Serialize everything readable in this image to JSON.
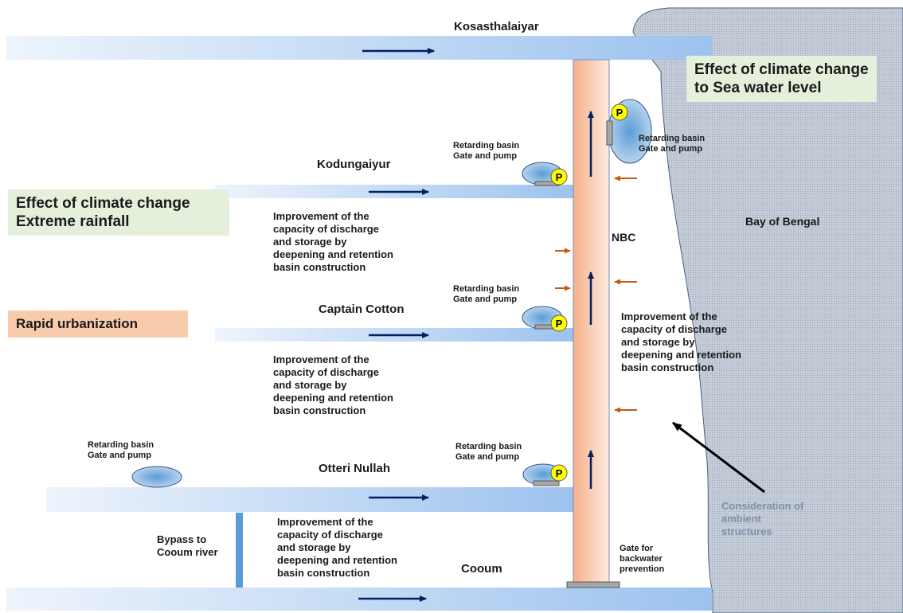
{
  "colors": {
    "channel_light": "#dde9f8",
    "channel_dark": "#9cc2ee",
    "nbc_fill": "#f8cbad",
    "sea_fill": "#b8c2d0",
    "arrow_blue": "#002060",
    "arrow_orange": "#c55a11",
    "basin_fill": "#9dc3e6",
    "pump_yellow": "#ffff00",
    "box_green": "#e4efdc",
    "box_orange": "#f8cbad",
    "ambient_text": "#8090a8"
  },
  "rivers": {
    "kosasthalaiyar": "Kosasthalaiyar",
    "kodungaiyur": "Kodungaiyur",
    "captain_cotton": "Captain Cotton",
    "otteri_nullah": "Otteri Nullah",
    "cooum": "Cooum"
  },
  "channels": {
    "nbc": "NBC",
    "bypass": "Bypass to\nCooum river"
  },
  "sea": {
    "name": "Bay of Bengal"
  },
  "effects": {
    "sea_level": "Effect of climate change\nto Sea water level",
    "rainfall": "Effect of climate change\nExtreme rainfall",
    "urbanization": "Rapid urbanization"
  },
  "structures": {
    "retarding_basin": "Retarding basin\nGate and pump",
    "pump_symbol": "P",
    "backwater_gate": "Gate for\nbackwater\nprevention"
  },
  "notes": {
    "improvement": "Improvement of the\ncapacity of discharge\nand storage by\ndeepening and retention\nbasin construction",
    "ambient": "Consideration of\nambient\nstructures"
  }
}
